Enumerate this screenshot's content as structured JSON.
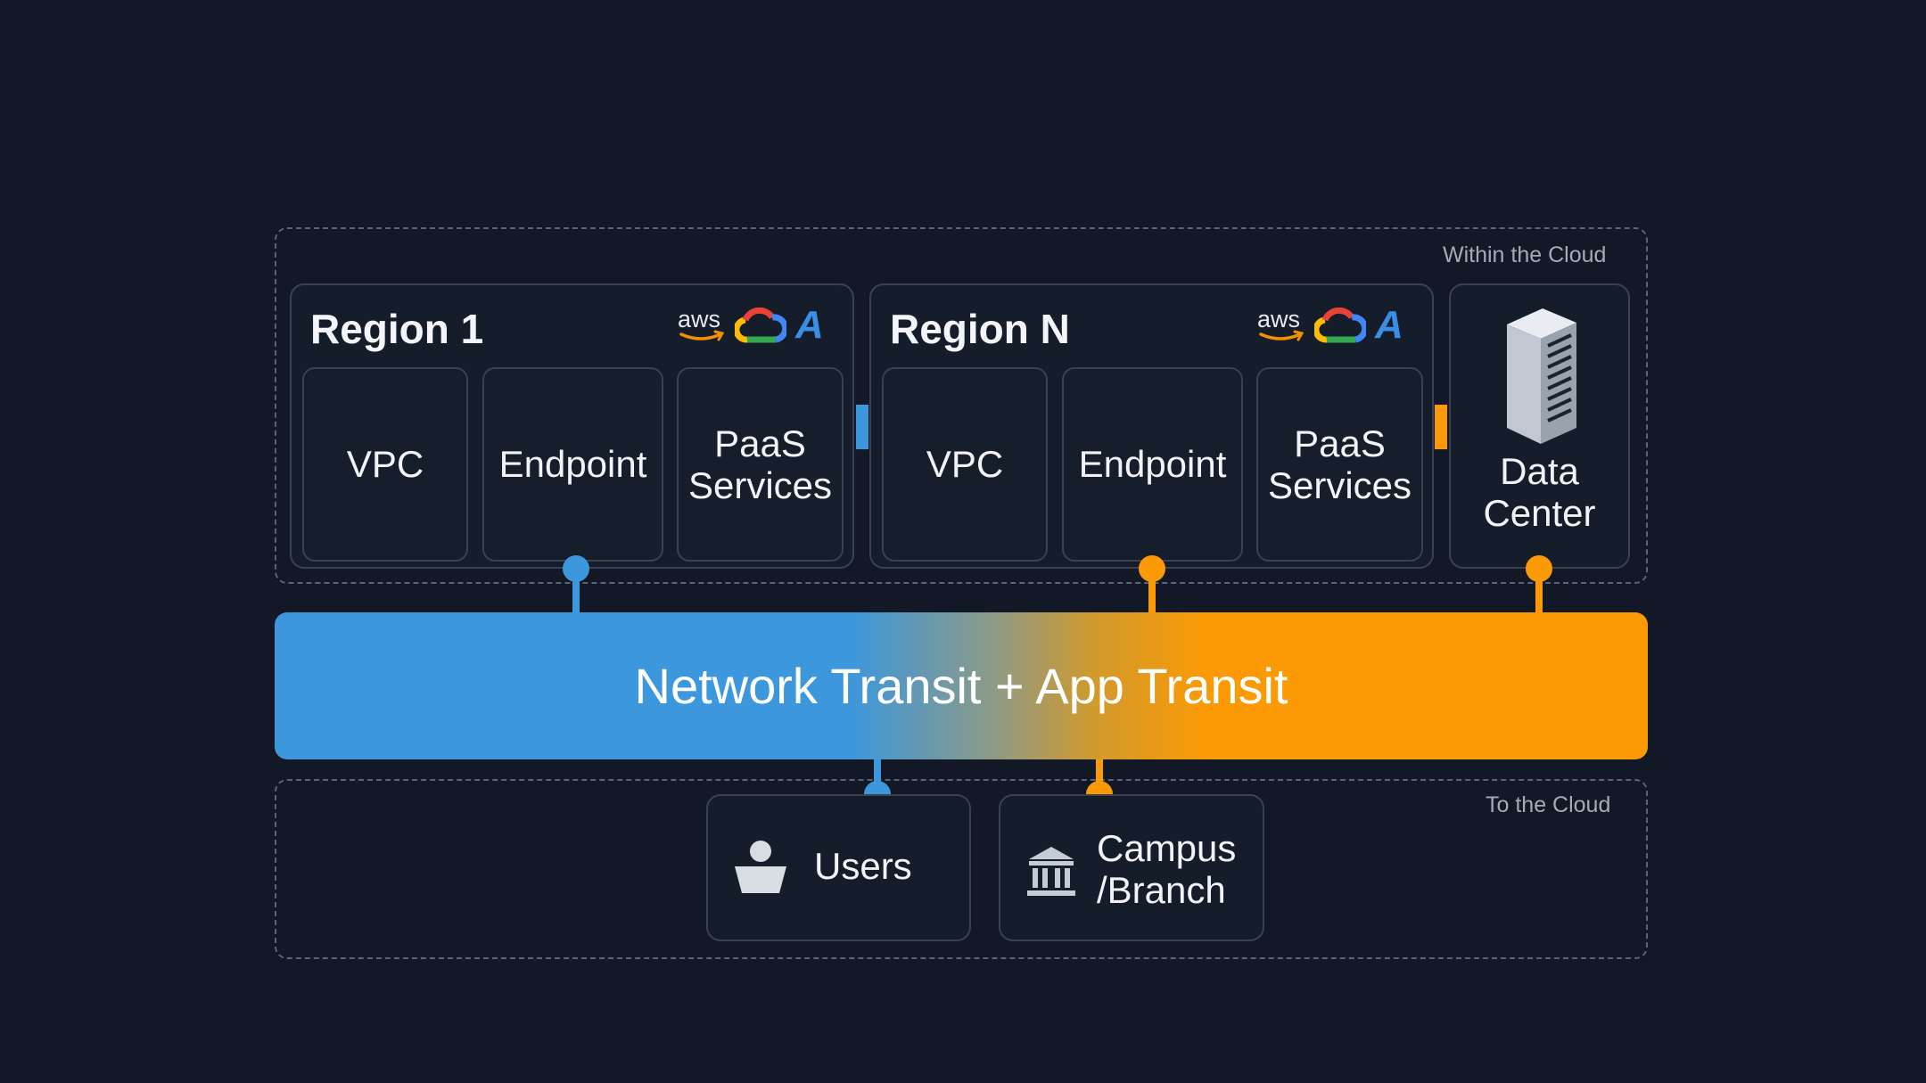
{
  "zones": {
    "within_label": "Within the Cloud",
    "to_label": "To the Cloud"
  },
  "regions": [
    {
      "title": "Region 1",
      "cells": {
        "vpc": "VPC",
        "endpoint": "Endpoint",
        "paas_line1": "PaaS",
        "paas_line2": "Services"
      }
    },
    {
      "title": "Region N",
      "cells": {
        "vpc": "VPC",
        "endpoint": "Endpoint",
        "paas_line1": "PaaS",
        "paas_line2": "Services"
      }
    }
  ],
  "provider_logos": {
    "aws_text": "aws",
    "azure_text": "A"
  },
  "icons": [
    "aws-logo-icon",
    "google-cloud-logo-icon",
    "azure-logo-icon",
    "server-rack-icon",
    "user-icon",
    "bank-building-icon"
  ],
  "datacenter": {
    "line1": "Data",
    "line2": "Center"
  },
  "transit": {
    "label": "Network Transit + App Transit"
  },
  "endpoints": {
    "users": "Users",
    "campus_line1": "Campus",
    "campus_line2": "/Branch"
  },
  "colors": {
    "background": "#121826",
    "blue": "#3d97dc",
    "orange": "#fb9a05",
    "panel_border": "#3a4150",
    "dashed": "#5b6474"
  }
}
